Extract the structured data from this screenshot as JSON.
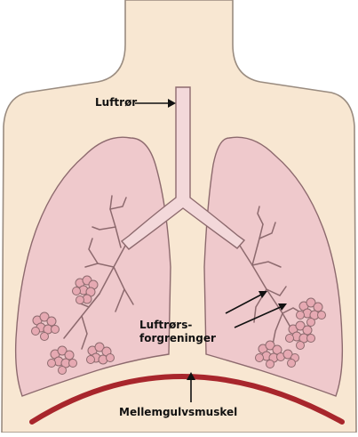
{
  "labels": {
    "trachea": "Luftrør",
    "bronchi_line1": "Luftrørs-",
    "bronchi_line2": "forgreninger",
    "diaphragm": "Mellemgulvsmuskel"
  },
  "colors": {
    "body_fill": "#f8e7d2",
    "body_outline": "#9a8c80",
    "lung_fill": "#efc9cc",
    "lung_outline": "#8d6a6e",
    "airway_fill": "#f3d8da",
    "alveoli_fill": "#e6a9b2",
    "diaphragm": "#a8262c",
    "arrow": "#111111"
  }
}
